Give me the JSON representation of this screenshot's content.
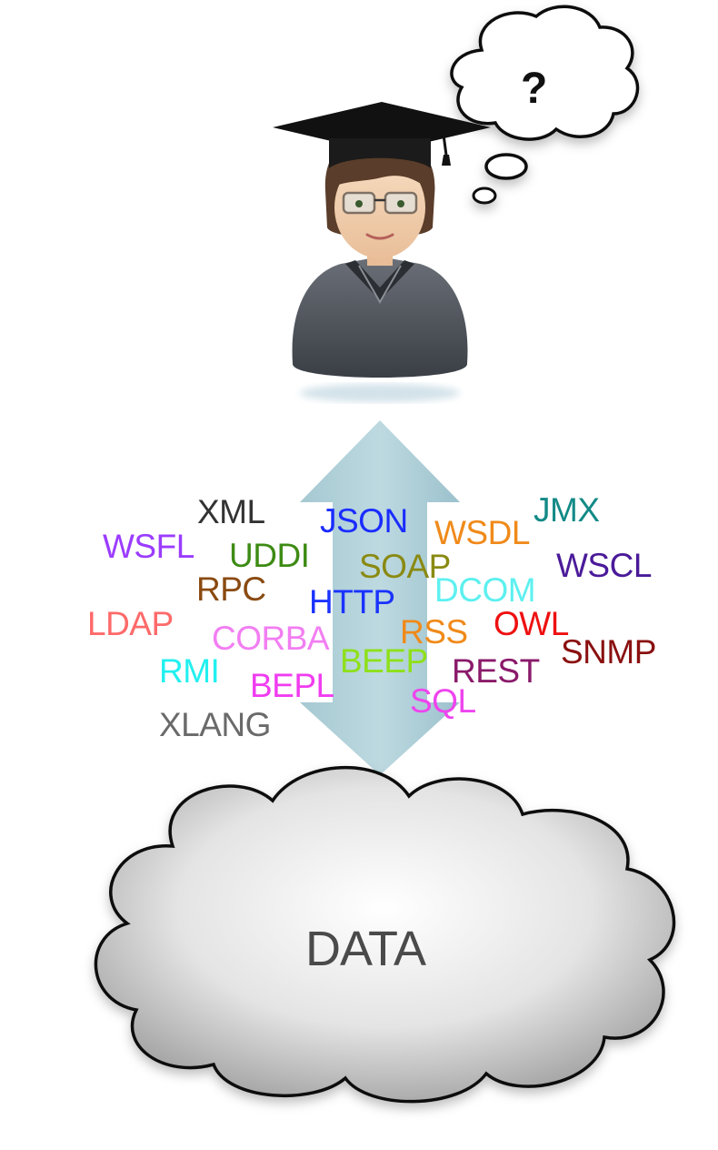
{
  "thought_bubble": {
    "text": "?"
  },
  "cloud": {
    "label": "DATA"
  },
  "terms": [
    {
      "id": "xml",
      "text": "XML",
      "color": "#333333"
    },
    {
      "id": "json",
      "text": "JSON",
      "color": "#1a2cff"
    },
    {
      "id": "jmx",
      "text": "JMX",
      "color": "#138a87"
    },
    {
      "id": "wsfl",
      "text": "WSFL",
      "color": "#9b3cff"
    },
    {
      "id": "udddi",
      "text": "UDDI",
      "color": "#3d8b14"
    },
    {
      "id": "wsdl",
      "text": "WSDL",
      "color": "#f08a1a"
    },
    {
      "id": "soap",
      "text": "SOAP",
      "color": "#8a8a12"
    },
    {
      "id": "wscl",
      "text": "WSCL",
      "color": "#4a1a99"
    },
    {
      "id": "rpc",
      "text": "RPC",
      "color": "#8a4a10"
    },
    {
      "id": "dcom",
      "text": "DCOM",
      "color": "#5ef0f0"
    },
    {
      "id": "http",
      "text": "HTTP",
      "color": "#1a33ff"
    },
    {
      "id": "ldap",
      "text": "LDAP",
      "color": "#ff6a6a"
    },
    {
      "id": "owl",
      "text": "OWL",
      "color": "#ee1010"
    },
    {
      "id": "corba",
      "text": "CORBA",
      "color": "#f27ef2"
    },
    {
      "id": "rss",
      "text": "RSS",
      "color": "#f08a1a"
    },
    {
      "id": "snmp",
      "text": "SNMP",
      "color": "#8a1010"
    },
    {
      "id": "rmi",
      "text": "RMI",
      "color": "#22f0f0"
    },
    {
      "id": "beep",
      "text": "BEEP",
      "color": "#8ee01a"
    },
    {
      "id": "rest",
      "text": "REST",
      "color": "#8a1a6a"
    },
    {
      "id": "bepl",
      "text": "BEPL",
      "color": "#f03cf0"
    },
    {
      "id": "sql",
      "text": "SQL",
      "color": "#ee44ee"
    },
    {
      "id": "xlang",
      "text": "XLANG",
      "color": "#6a6a6a"
    }
  ]
}
